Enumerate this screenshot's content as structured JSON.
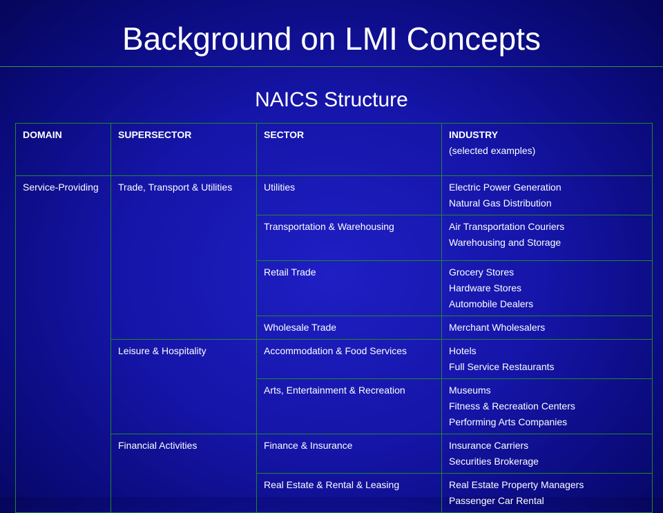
{
  "title": "Background on LMI Concepts",
  "subtitle": "NAICS Structure",
  "headers": {
    "domain": "DOMAIN",
    "supersector": "SUPERSECTOR",
    "sector": "SECTOR",
    "industry": "INDUSTRY",
    "industry_note": "(selected examples)"
  },
  "domain": "Service-Providing",
  "supersectors": [
    {
      "name": "Trade, Transport & Utilities",
      "sectors": [
        {
          "name": "Utilities",
          "industries": [
            "Electric Power Generation",
            "Natural Gas Distribution"
          ]
        },
        {
          "name": "Transportation & Warehousing",
          "industries": [
            "Air Transportation Couriers",
            "Warehousing and Storage"
          ]
        },
        {
          "name": "Retail Trade",
          "industries": [
            "Grocery Stores",
            "Hardware Stores",
            "Automobile Dealers"
          ]
        },
        {
          "name": "Wholesale Trade",
          "industries": [
            "Merchant Wholesalers"
          ]
        }
      ]
    },
    {
      "name": "Leisure & Hospitality",
      "sectors": [
        {
          "name": "Accommodation & Food Services",
          "industries": [
            "Hotels",
            "Full Service Restaurants"
          ]
        },
        {
          "name": "Arts, Entertainment & Recreation",
          "industries": [
            "Museums",
            "Fitness & Recreation Centers",
            "Performing Arts Companies"
          ]
        }
      ]
    },
    {
      "name": "Financial Activities",
      "sectors": [
        {
          "name": "Finance & Insurance",
          "industries": [
            "Insurance Carriers",
            "Securities Brokerage"
          ]
        },
        {
          "name": "Real Estate & Rental & Leasing",
          "industries": [
            "Real Estate Property Managers",
            "Passenger Car Rental"
          ]
        }
      ]
    }
  ]
}
